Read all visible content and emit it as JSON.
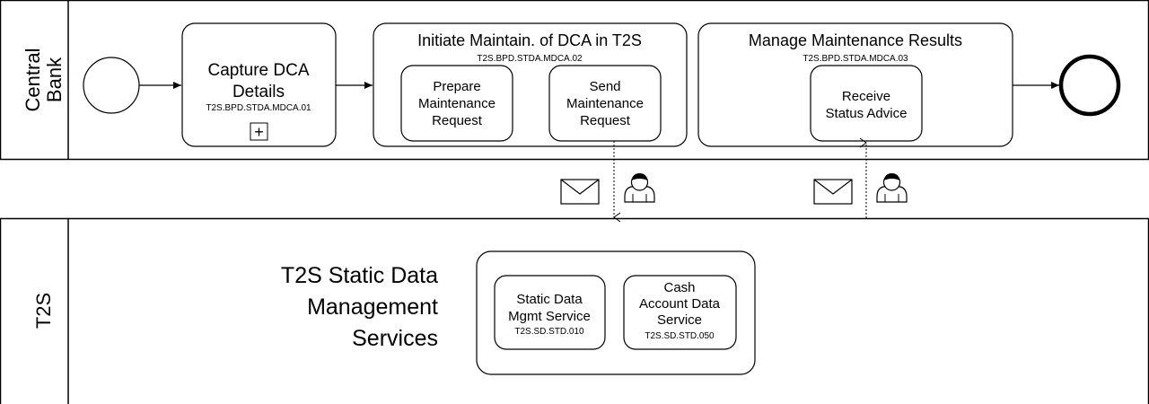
{
  "pools": {
    "central_bank": {
      "label_line1": "Central",
      "label_line2": "Bank"
    },
    "t2s": {
      "label": "T2S"
    }
  },
  "tasks": {
    "capture": {
      "line1": "Capture DCA",
      "line2": "Details",
      "code": "T2S.BPD.STDA.MDCA.01",
      "marker": "+"
    },
    "initiate": {
      "title": "Initiate Maintain. of DCA in T2S",
      "code": "T2S.BPD.STDA.MDCA.02"
    },
    "prepare": {
      "line1": "Prepare",
      "line2": "Maintenance",
      "line3": "Request"
    },
    "send": {
      "line1": "Send",
      "line2": "Maintenance",
      "line3": "Request"
    },
    "manage": {
      "title": "Manage Maintenance Results",
      "code": "T2S.BPD.STDA.MDCA.03"
    },
    "receive": {
      "line1": "Receive",
      "line2": "Status Advice"
    }
  },
  "services": {
    "title_line1": "T2S Static Data",
    "title_line2": "Management",
    "title_line3": "Services",
    "static_data": {
      "line1": "Static Data",
      "line2": "Mgmt Service",
      "code": "T2S.SD.STD.010"
    },
    "cash_account": {
      "line1": "Cash",
      "line2": "Account Data",
      "line3": "Service",
      "code": "T2S.SD.STD.050"
    }
  },
  "icons": [
    "envelope-icon",
    "user-icon"
  ]
}
